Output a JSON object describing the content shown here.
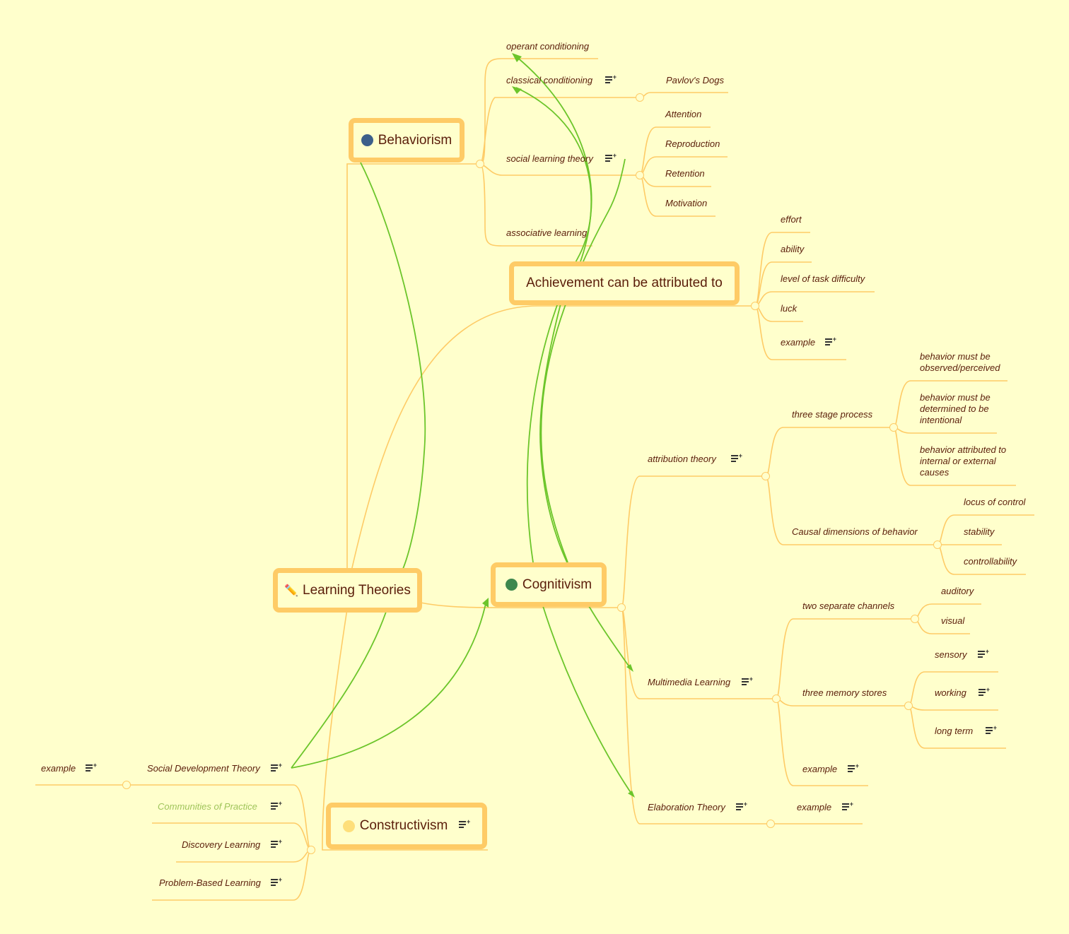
{
  "colors": {
    "background": "#ffffcc",
    "node_border": "#fecb66",
    "branch_line": "#fecb66",
    "relation_line": "#6cc52a",
    "text": "#5a1d0a",
    "behaviorism_dot": "#3c5f8a",
    "cognitivism_dot": "#3d874d",
    "constructivism_dot": "#fedf7a",
    "muted_text": "#9fc45a"
  },
  "main_topics": {
    "learning_theories": {
      "label": "Learning Theories",
      "icon": "pencil-icon"
    },
    "behaviorism": {
      "label": "Behaviorism",
      "icon": "blue-dot-icon"
    },
    "achievement": {
      "label": "Achievement can be attributed to"
    },
    "cognitivism": {
      "label": "Cognitivism",
      "icon": "green-dot-icon"
    },
    "constructivism": {
      "label": "Constructivism",
      "icon": "yellow-dot-icon",
      "has_note": true
    }
  },
  "behaviorism_children": {
    "operant": "operant conditioning",
    "classical": "classical conditioning",
    "pavlov": "Pavlov's Dogs",
    "social": "social learning theory",
    "attention": "Attention",
    "reproduction": "Reproduction",
    "retention": "Retention",
    "motivation": "Motivation",
    "associative": "associative learning"
  },
  "achievement_children": {
    "effort": "effort",
    "ability": "ability",
    "difficulty": "level of task difficulty",
    "luck": "luck",
    "example": "example"
  },
  "cognitivism_children": {
    "attribution": "attribution theory",
    "three_stage": "three stage process",
    "observed": "behavior must be observed/perceived",
    "intentional": "behavior must be determined to be intentional",
    "causes": "behavior attributed to internal or external causes",
    "causal": "Causal dimensions of behavior",
    "locus": "locus of control",
    "stability": "stability",
    "controllability": "controllability",
    "multimedia": "Multimedia Learning",
    "two_channels": "two separate channels",
    "auditory": "auditory",
    "visual": "visual",
    "three_stores": "three memory stores",
    "sensory": "sensory",
    "working": "working",
    "long_term": "long term",
    "mm_example": "example",
    "elaboration": "Elaboration Theory",
    "el_example": "example"
  },
  "constructivism_children": {
    "social_dev": "Social Development Theory",
    "sd_example": "example",
    "communities": "Communities of Practice",
    "discovery": "Discovery Learning",
    "problem": "Problem-Based Learning"
  }
}
